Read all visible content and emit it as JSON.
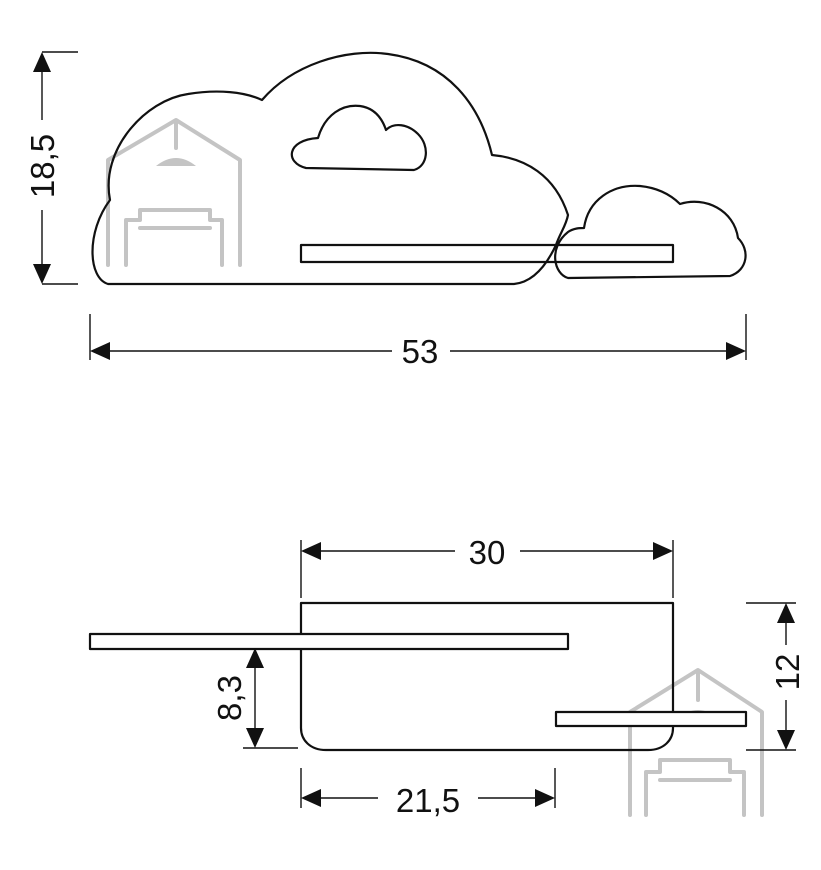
{
  "front_view": {
    "height_label": "18,5",
    "width_label": "53"
  },
  "top_view": {
    "depth_label": "30",
    "shelf_gap_label": "8,3",
    "inner_width_label": "21,5",
    "side_height_label": "12"
  },
  "watermark": {
    "icon": "house-with-sofa-icon",
    "color": "#c4c4c4"
  },
  "colors": {
    "line": "#111111",
    "background": "#ffffff"
  }
}
